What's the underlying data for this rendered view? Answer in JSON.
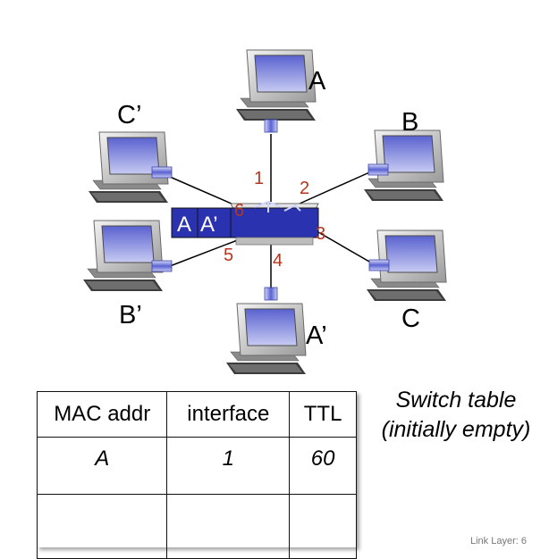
{
  "hosts": {
    "A": "A",
    "B": "B",
    "C": "C",
    "A_prime": "A’",
    "B_prime": "B’",
    "C_prime": "C’"
  },
  "ports": [
    "1",
    "2",
    "3",
    "4",
    "5",
    "6"
  ],
  "frame": {
    "dest": "A",
    "src": "A’"
  },
  "switch_table": {
    "headers": [
      "MAC addr",
      "interface",
      "TTL"
    ],
    "rows": [
      {
        "mac": "A",
        "interface": "1",
        "ttl": "60"
      }
    ]
  },
  "caption": {
    "line1": "Switch table",
    "line2": "(initially empty)"
  },
  "footer": "Link Layer: 6"
}
